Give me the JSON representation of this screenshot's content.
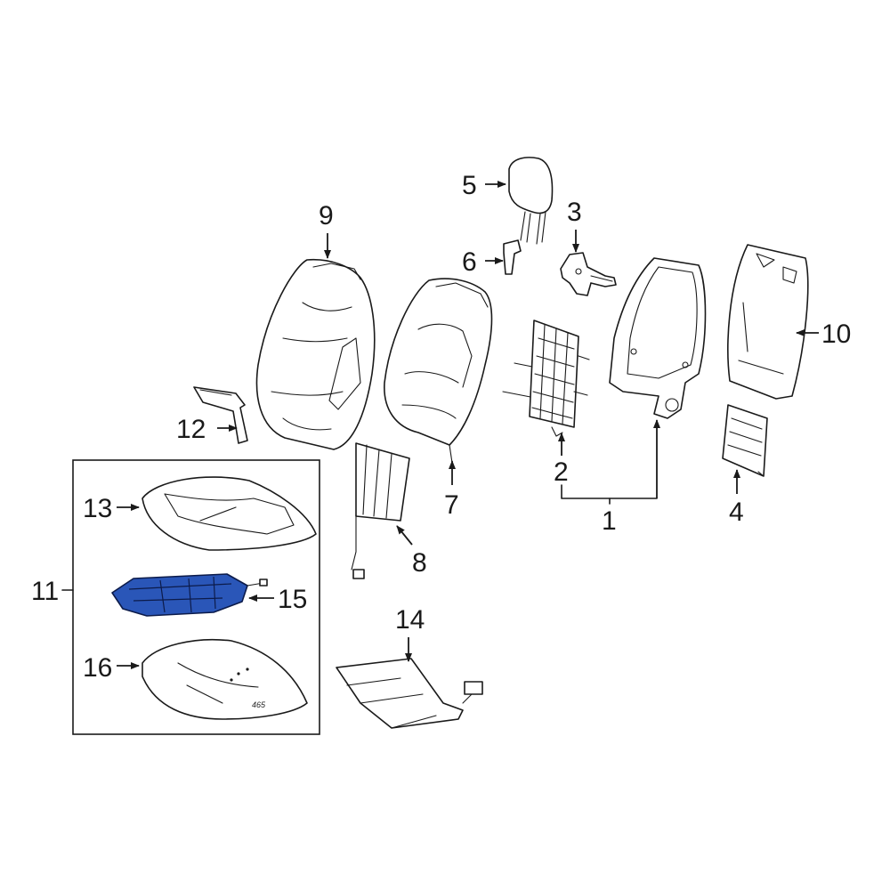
{
  "callouts": {
    "c1": "1",
    "c2": "2",
    "c3": "3",
    "c4": "4",
    "c5": "5",
    "c6": "6",
    "c7": "7",
    "c8": "8",
    "c9": "9",
    "c10": "10",
    "c11": "11",
    "c12": "12",
    "c13": "13",
    "c14": "14",
    "c15": "15",
    "c16": "16"
  },
  "part_marking": "465",
  "colors": {
    "highlight": "#2a56b8",
    "line": "#1a1a1a",
    "background": "#ffffff"
  }
}
